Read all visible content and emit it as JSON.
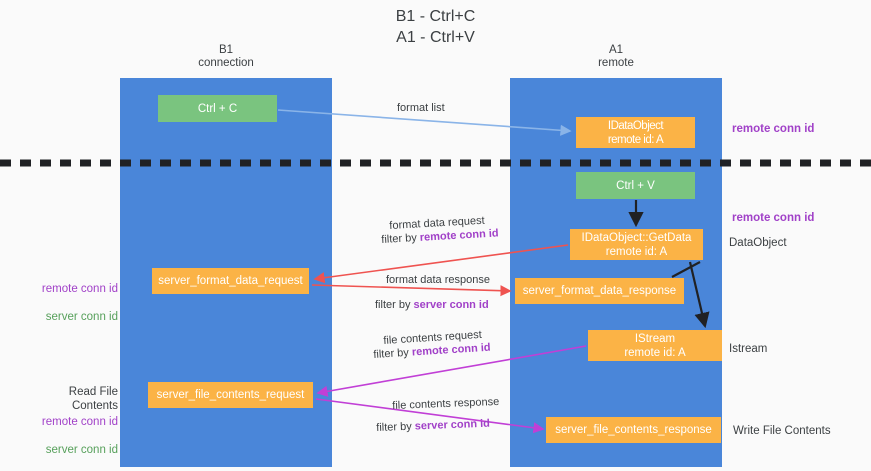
{
  "title": "B1 - Ctrl+C\nA1 - Ctrl+V",
  "lanes": [
    {
      "name": "b1",
      "header": "B1\nconnection",
      "color": "#4a86d9"
    },
    {
      "name": "a1",
      "header": "A1\nremote",
      "color": "#4a86d9"
    }
  ],
  "colors": {
    "lane": "#4a86d9",
    "green_box": "#7ac47f",
    "orange_box": "#fbb346",
    "purple_text": "#a141c8",
    "green_text": "#57a05b",
    "red_arrow": "#ef5350",
    "magenta_arrow": "#c13fd6",
    "blue_arrow": "#8ab4e8",
    "black_arrow": "#202124",
    "background": "#fafafa"
  },
  "nodes": {
    "ctrl_c": "Ctrl + C",
    "idataobject": "IDataObject\nremote id: A",
    "ctrl_v": "Ctrl + V",
    "getdata": "IDataObject::GetData\nremote id: A",
    "server_format_data_request": "server_format_data_request",
    "server_format_data_response": "server_format_data_response",
    "istream": "IStream\nremote id: A",
    "server_file_contents_request": "server_file_contents_request",
    "server_file_contents_response": "server_file_contents_response"
  },
  "annotations": {
    "remote_conn_id_top": "remote conn id",
    "remote_conn_id_mid": "remote conn id",
    "dataobject": "DataObject",
    "istream": "Istream",
    "write_file_contents": "Write File Contents",
    "read_file_contents": "Read File Contents",
    "left_remote_conn_id_1": "remote conn id",
    "left_server_conn_id_1": "server conn id",
    "left_remote_conn_id_2": "remote conn id",
    "left_server_conn_id_2": "server conn id"
  },
  "flow_labels": {
    "format_list": "format list",
    "format_data_request": "format data request",
    "filter_by_remote_conn_id_1_prefix": "filter by ",
    "filter_by_remote_conn_id_1_key": "remote conn id",
    "format_data_response": "format data response",
    "filter_by_server_conn_id_1_prefix": "filter by ",
    "filter_by_server_conn_id_1_key": "server conn id",
    "file_contents_request": "file contents request",
    "filter_by_remote_conn_id_2_prefix": "filter by ",
    "filter_by_remote_conn_id_2_key": "remote conn id",
    "file_contents_response": "file contents response",
    "filter_by_server_conn_id_2_prefix": "filter by ",
    "filter_by_server_conn_id_2_key": "server conn id"
  }
}
